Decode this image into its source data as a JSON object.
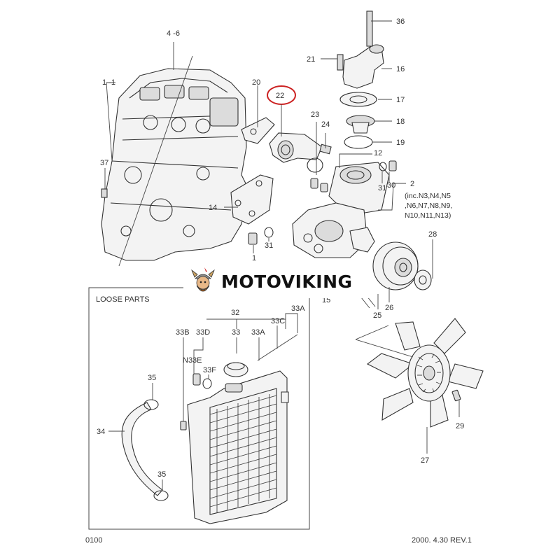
{
  "labels": {
    "l1": "1",
    "l1_1": "1 -1",
    "l4_6": "4 -6",
    "l2": "2",
    "l2_incl": "(inc.N3,N4,N5",
    "l2_incl2": ",N6,N7,N8,N9,",
    "l2_incl3": "N10,N11,N13)",
    "l12": "12",
    "l14": "14",
    "l15": "15",
    "l16": "16",
    "l17": "17",
    "l18": "18",
    "l19": "19",
    "l20": "20",
    "l21": "21",
    "l22": "22",
    "l23": "23",
    "l24": "24",
    "l25": "25",
    "l26": "26",
    "l27": "27",
    "l28": "28",
    "l29": "29",
    "l30": "30",
    "l31a": "31",
    "l31b": "31",
    "l32": "32",
    "l33": "33",
    "l33a": "33A",
    "l33a2": "33A",
    "l33b": "33B",
    "l33c": "33C",
    "l33d": "33D",
    "l33e": "N33E",
    "l33f": "33F",
    "l34": "34",
    "l35a": "35",
    "l35b": "35",
    "l36": "36",
    "l37": "37"
  },
  "loose_parts_title": "LOOSE PARTS",
  "watermark": {
    "text": "MOTOVIKING"
  },
  "footer": {
    "page_code": "0100",
    "revision": "2000. 4.30 REV.1"
  },
  "colors": {
    "highlight": "#cc2222",
    "line": "#444444"
  }
}
